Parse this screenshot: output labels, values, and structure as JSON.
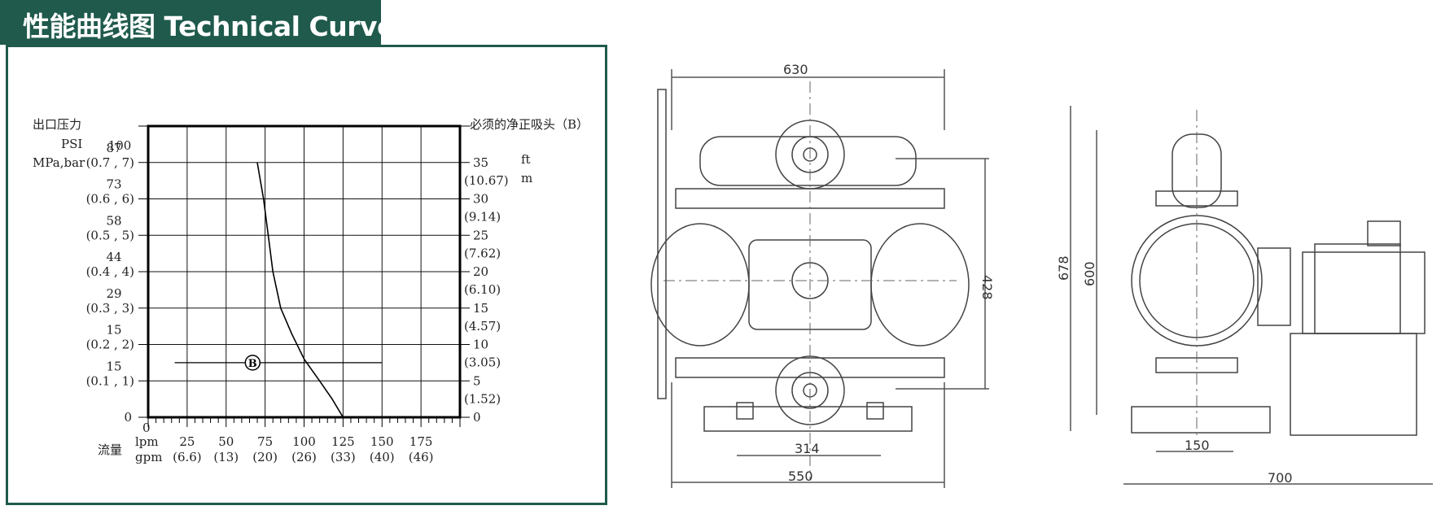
{
  "header": {
    "title": "性能曲线图 Technical Curve",
    "accent_color": "#1f5a4c"
  },
  "chart_data": {
    "type": "line",
    "title": "",
    "left_axis": {
      "label_lines": [
        "出口压力",
        "PSI",
        "MPa,bar"
      ],
      "psi_ticks": [
        "100",
        "87",
        "73",
        "58",
        "44",
        "29",
        "15",
        "0"
      ],
      "bar_ticks": [
        "(0.7 , 7)",
        "(0.6 , 6)",
        "(0.5 , 5)",
        "(0.4 , 4)",
        "(0.3 , 3)",
        "(0.2 , 2)",
        "(0.1 , 1)"
      ],
      "range_bar": [
        0,
        8
      ]
    },
    "right_axis": {
      "label": "必须的净正吸头（B）",
      "units": [
        "ft",
        "m"
      ],
      "ft_ticks": [
        "35",
        "30",
        "25",
        "20",
        "15",
        "10",
        "5",
        "0"
      ],
      "m_ticks": [
        "(10.67)",
        "(9.14)",
        "(7.62)",
        "(6.10)",
        "(4.57)",
        "(3.05)",
        "(1.52)"
      ]
    },
    "x_axis": {
      "label": "流量",
      "units": [
        "lpm",
        "gpm"
      ],
      "origin": "0",
      "lpm_ticks": [
        "25",
        "50",
        "75",
        "100",
        "125",
        "150",
        "175"
      ],
      "gpm_ticks": [
        "(6.6)",
        "(13)",
        "(20)",
        "(26)",
        "(33)",
        "(40)",
        "(46)"
      ],
      "range_lpm": [
        0,
        200
      ]
    },
    "grid": true,
    "series": [
      {
        "x": [
          70,
          74,
          77,
          80,
          85,
          92,
          100,
          110,
          118,
          125
        ],
        "y": [
          7,
          6,
          5,
          4,
          3,
          2.3,
          1.6,
          1.0,
          0.5,
          0
        ]
      }
    ],
    "marker": {
      "label": "B",
      "x": 67,
      "y": 1.5,
      "line_x_range": [
        17,
        150
      ]
    }
  },
  "drawing": {
    "front_view": {
      "width_top": "630",
      "width_bottom": "550",
      "height_inner": "428",
      "flange_spacing": "314"
    },
    "side_view": {
      "height_outer": "678",
      "height_inner": "600",
      "base_width": "150",
      "overall_width": "700"
    }
  }
}
